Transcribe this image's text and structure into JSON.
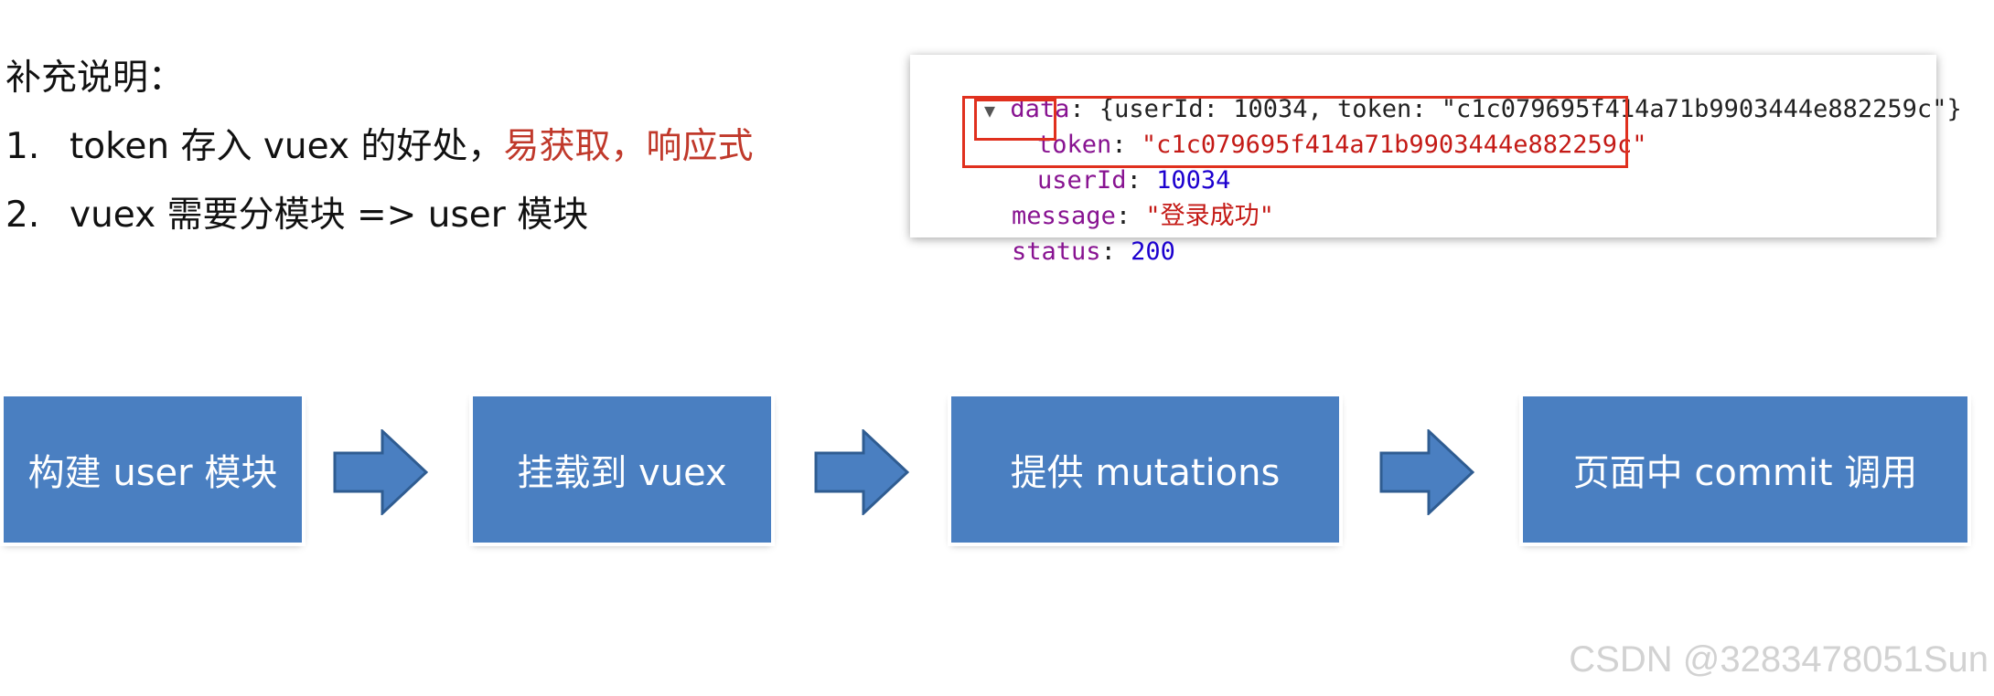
{
  "notes": {
    "heading": "补充说明：",
    "items": [
      {
        "num": "1.",
        "text": "token 存入 vuex 的好处，",
        "highlight": "易获取，响应式"
      },
      {
        "num": "2.",
        "text": "vuex 需要分模块 => user 模块"
      }
    ]
  },
  "console": {
    "data_key": "data",
    "data_summary": "{userId: 10034, token: \"c1c079695f414a71b9903444e882259c\"}",
    "token_key": "token",
    "token_value": "\"c1c079695f414a71b9903444e882259c\"",
    "userid_key": "userId",
    "userid_value": "10034",
    "message_key": "message",
    "message_value": "\"登录成功\"",
    "status_key": "status",
    "status_value": "200"
  },
  "flow": {
    "steps": [
      "构建 user 模块",
      "挂载到 vuex",
      "提供 mutations",
      "页面中 commit 调用"
    ]
  },
  "colors": {
    "step_fill": "#4a7fc1",
    "highlight": "#c0392b",
    "box_border": "#e0301e"
  },
  "watermark": "CSDN @3283478051Sun"
}
